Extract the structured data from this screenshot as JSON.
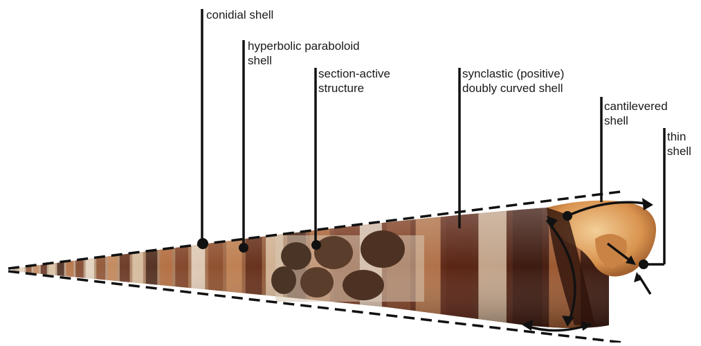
{
  "labels": {
    "conidial": {
      "line1": "conidial shell"
    },
    "hyperbolic": {
      "line1": "hyperbolic paraboloid",
      "line2": "shell"
    },
    "section_active": {
      "line1": "section-active",
      "line2": "structure"
    },
    "synclastic": {
      "line1": "synclastic (positive)",
      "line2": "doubly curved shell"
    },
    "cantilevered": {
      "line1": "cantilevered",
      "line2": "shell"
    },
    "thin": {
      "line1": "thin",
      "line2": "shell"
    }
  },
  "colors": {
    "leader": "#111111",
    "shell_dark": "#3a1a10",
    "shell_mid": "#8a4a2a",
    "shell_light": "#e8d6bf",
    "aperture": "#e0a86a"
  }
}
